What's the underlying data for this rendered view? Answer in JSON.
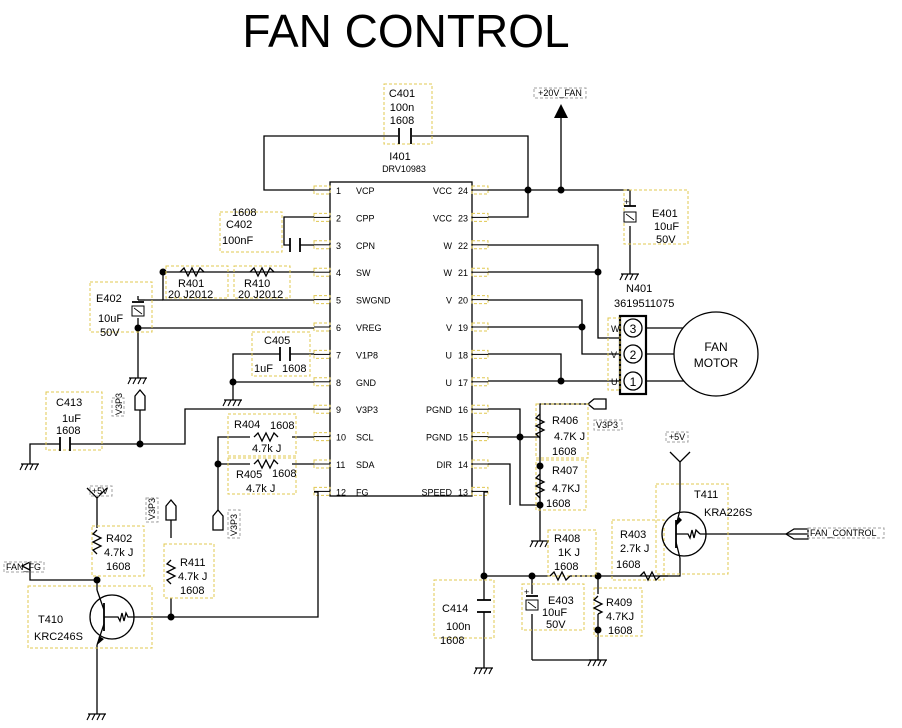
{
  "title": "FAN CONTROL",
  "ic": {
    "ref": "I401",
    "part": "DRV10983",
    "left_pins": [
      {
        "num": "1",
        "name": "VCP"
      },
      {
        "num": "2",
        "name": "CPP"
      },
      {
        "num": "3",
        "name": "CPN"
      },
      {
        "num": "4",
        "name": "SW"
      },
      {
        "num": "5",
        "name": "SWGND"
      },
      {
        "num": "6",
        "name": "VREG"
      },
      {
        "num": "7",
        "name": "V1P8"
      },
      {
        "num": "8",
        "name": "GND"
      },
      {
        "num": "9",
        "name": "V3P3"
      },
      {
        "num": "10",
        "name": "SCL"
      },
      {
        "num": "11",
        "name": "SDA"
      },
      {
        "num": "12",
        "name": "FG"
      }
    ],
    "right_pins": [
      {
        "num": "24",
        "name": "VCC"
      },
      {
        "num": "23",
        "name": "VCC"
      },
      {
        "num": "22",
        "name": "W"
      },
      {
        "num": "21",
        "name": "W"
      },
      {
        "num": "20",
        "name": "V"
      },
      {
        "num": "19",
        "name": "V"
      },
      {
        "num": "18",
        "name": "U"
      },
      {
        "num": "17",
        "name": "U"
      },
      {
        "num": "16",
        "name": "PGND"
      },
      {
        "num": "15",
        "name": "PGND"
      },
      {
        "num": "14",
        "name": "DIR"
      },
      {
        "num": "13",
        "name": "SPEED"
      }
    ]
  },
  "components": {
    "c401": {
      "ref": "C401",
      "value": "100n",
      "size": "1608"
    },
    "c402": {
      "ref": "C402",
      "value": "100nF",
      "size": "1608"
    },
    "c405": {
      "ref": "C405",
      "value": "1uF",
      "size": "1608"
    },
    "c413": {
      "ref": "C413",
      "value": "1uF",
      "size": "1608"
    },
    "c414": {
      "ref": "C414",
      "value": "100n",
      "size": "1608"
    },
    "e401": {
      "ref": "E401",
      "value": "10uF",
      "voltage": "50V"
    },
    "e402": {
      "ref": "E402",
      "value": "10uF",
      "voltage": "50V"
    },
    "e403": {
      "ref": "E403",
      "value": "10uF",
      "voltage": "50V"
    },
    "r401": {
      "ref": "R401",
      "value": "20 J2012"
    },
    "r410": {
      "ref": "R410",
      "value": "20 J2012"
    },
    "r402": {
      "ref": "R402",
      "value": "4.7k  J",
      "size": "1608"
    },
    "r403": {
      "ref": "R403",
      "value": "2.7k J",
      "size": "1608"
    },
    "r404": {
      "ref": "R404",
      "value": "4.7k J",
      "size": "1608"
    },
    "r405": {
      "ref": "R405",
      "value": "4.7k  J",
      "size": "1608"
    },
    "r406": {
      "ref": "R406",
      "value": "4.7K J",
      "size": "1608"
    },
    "r407": {
      "ref": "R407",
      "value": "4.7KJ",
      "size": "1608"
    },
    "r408": {
      "ref": "R408",
      "value": "1K J",
      "size": "1608"
    },
    "r409": {
      "ref": "R409",
      "value": "4.7KJ",
      "size": "1608"
    },
    "r411": {
      "ref": "R411",
      "value": "4.7k  J",
      "size": "1608"
    },
    "t410": {
      "ref": "T410",
      "part": "KRC246S"
    },
    "t411": {
      "ref": "T411",
      "part": "KRA226S"
    },
    "n401": {
      "ref": "N401",
      "part": "3619511075",
      "pins": [
        "3",
        "2",
        "1"
      ],
      "pin_labels": [
        "W",
        "V",
        "U"
      ]
    }
  },
  "motor": {
    "line1": "FAN",
    "line2": "MOTOR"
  },
  "nets": {
    "v20_fan": "+20V_FAN",
    "fan_fg": "FAN_FG",
    "fan_control": "FAN_CONTROL",
    "v3p3": "V3P3",
    "v5": "+5V"
  }
}
